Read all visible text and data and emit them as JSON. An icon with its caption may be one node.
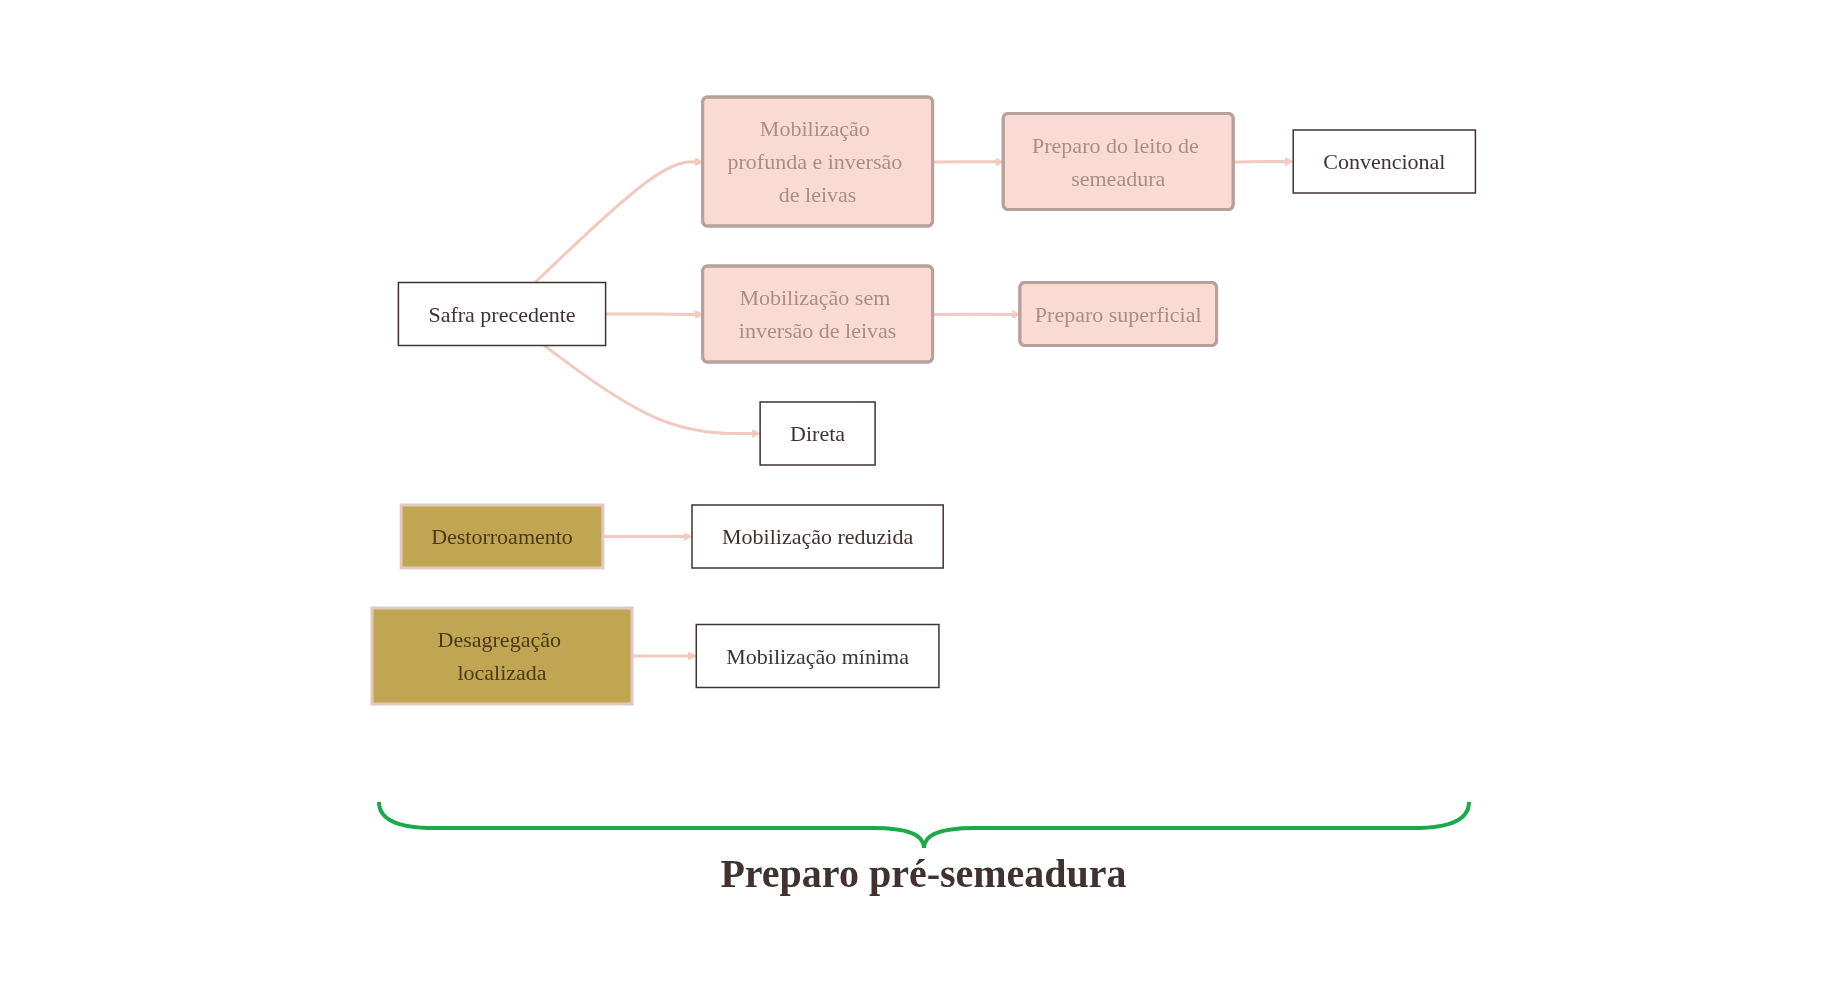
{
  "diagram": {
    "nodes": [
      {
        "text": [
          "Safra precedente"
        ]
      },
      {
        "text": [
          "Mobilização profunda e inversão de leivas"
        ]
      },
      {
        "text": [
          "Preparo do leito de semeadura"
        ]
      },
      {
        "text": [
          "Convencional"
        ]
      },
      {
        "text": [
          "Mobilização sem inversão de leivas"
        ]
      },
      {
        "text": [
          "Preparo superficial"
        ]
      },
      {
        "text": [
          "Destorroamento"
        ]
      },
      {
        "text": [
          "Desagregação localizada"
        ]
      },
      {
        "text": [
          "Mobilização reduzida"
        ]
      },
      {
        "text": [
          "Mobilização mínima"
        ]
      },
      {
        "text": [
          "Direta"
        ]
      }
    ],
    "edges": [
      {
        "from": 0,
        "to": 1,
        "arrow": "to"
      },
      {
        "from": 1,
        "to": 2,
        "arrow": "to"
      },
      {
        "from": 2,
        "to": 3,
        "arrow": "to"
      },
      {
        "from": 0,
        "to": 4,
        "arrow": "to"
      },
      {
        "from": 4,
        "to": 5,
        "arrow": "to"
      },
      {
        "from": 6,
        "to": 8,
        "arrow": "to"
      },
      {
        "from": 7,
        "to": 9,
        "arrow": "to"
      },
      {
        "from": 0,
        "to": 10,
        "arrow": "to"
      }
    ],
    "labels": [
      "Preparo pré-semeadura"
    ]
  }
}
